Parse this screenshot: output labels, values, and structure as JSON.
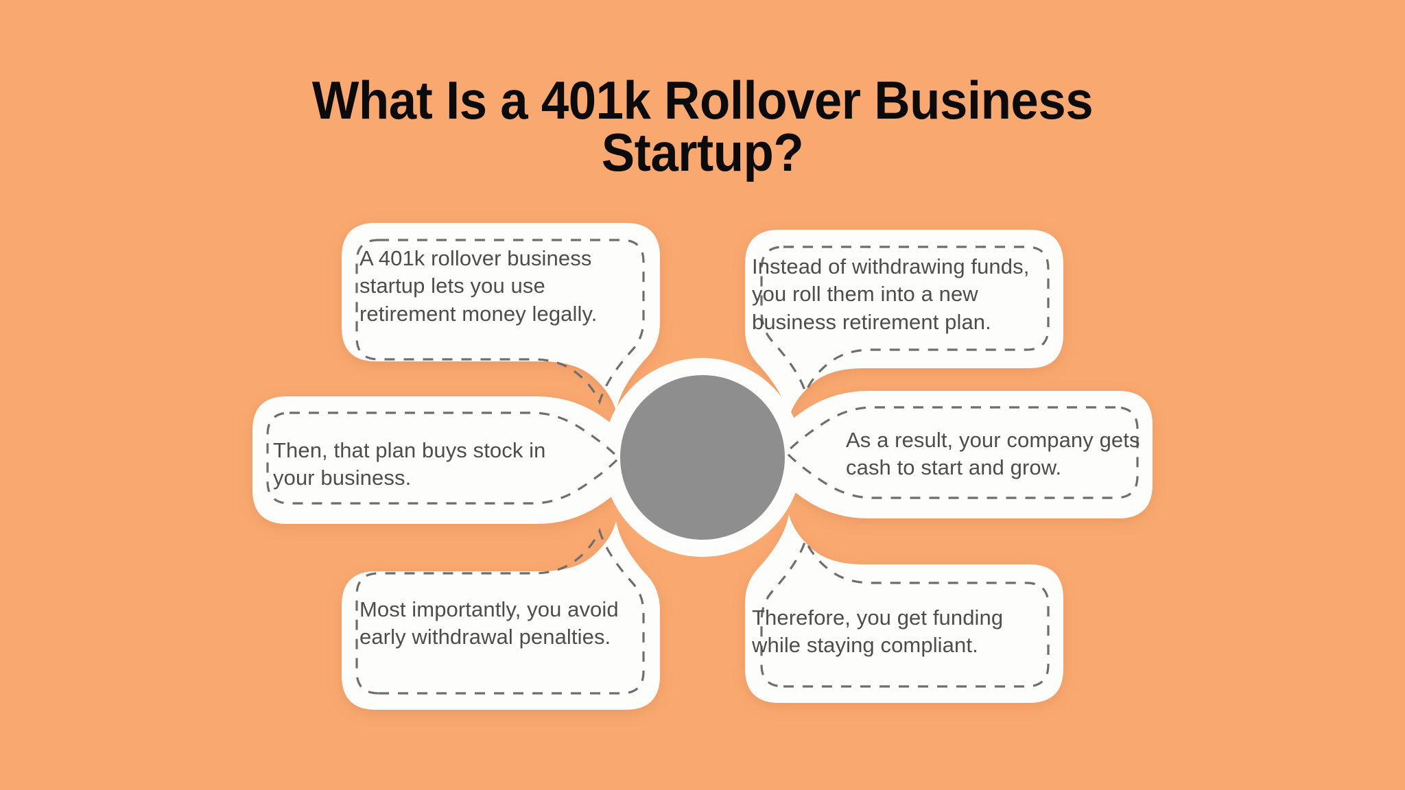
{
  "background_color": "#F9A870",
  "title": {
    "line1": "What Is a 401k Rollover Business",
    "line2": "Startup?",
    "color": "#0B0B0B"
  },
  "center": {
    "shape": "circle",
    "color": "#8E8E8E"
  },
  "card_style": {
    "fill": "#FDFDFC",
    "dash_color": "#6E6E6E",
    "text_color": "#4D4D4D"
  },
  "cards": [
    {
      "id": "top-left",
      "position": "top-left",
      "text": "A 401k rollover business startup lets you use retirement money legally."
    },
    {
      "id": "top-right",
      "position": "top-right",
      "text": "Instead of withdrawing funds, you roll them into a new business retirement plan."
    },
    {
      "id": "middle-left",
      "position": "middle-left",
      "text": "Then, that plan buys stock in your business."
    },
    {
      "id": "middle-right",
      "position": "middle-right",
      "text": "As a result, your company gets cash to start and grow."
    },
    {
      "id": "bottom-left",
      "position": "bottom-left",
      "text": "Most importantly, you avoid early withdrawal penalties."
    },
    {
      "id": "bottom-right",
      "position": "bottom-right",
      "text": "Therefore, you get funding while staying compliant."
    }
  ]
}
